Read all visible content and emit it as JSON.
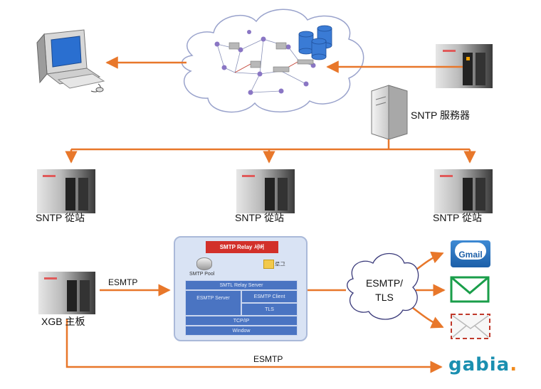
{
  "nodes": {
    "sntp_server": "SNTP 服務器",
    "slave_left": "SNTP 從站",
    "slave_center": "SNTP 從站",
    "slave_right": "SNTP 從站",
    "xgb_main": "XGB 主板"
  },
  "edges": {
    "esmtp_top": "ESMTP",
    "esmtp_bottom": "ESMTP",
    "esmtp_tls": "ESMTP/\nTLS"
  },
  "smtp_relay": {
    "title": "SMTP Relay 서버",
    "pool": "SMTP Pool",
    "log": "로그",
    "layers": {
      "relay_server": "SMTL Relay Server",
      "server": "ESMTP Server",
      "client": "ESMTP Client",
      "tls": "TLS",
      "tcpip": "TCP/IP",
      "window": "Window"
    }
  },
  "services": {
    "gmail": "Gmail",
    "gabia": "gabia",
    "gabia_dot": "."
  },
  "colors": {
    "arrow": "#e8772a",
    "cloud_stroke": "#9aa3cc",
    "relay_title": "#d2302a",
    "layer_fill": "#4a74c2",
    "gabia": "#1a8fb0"
  }
}
